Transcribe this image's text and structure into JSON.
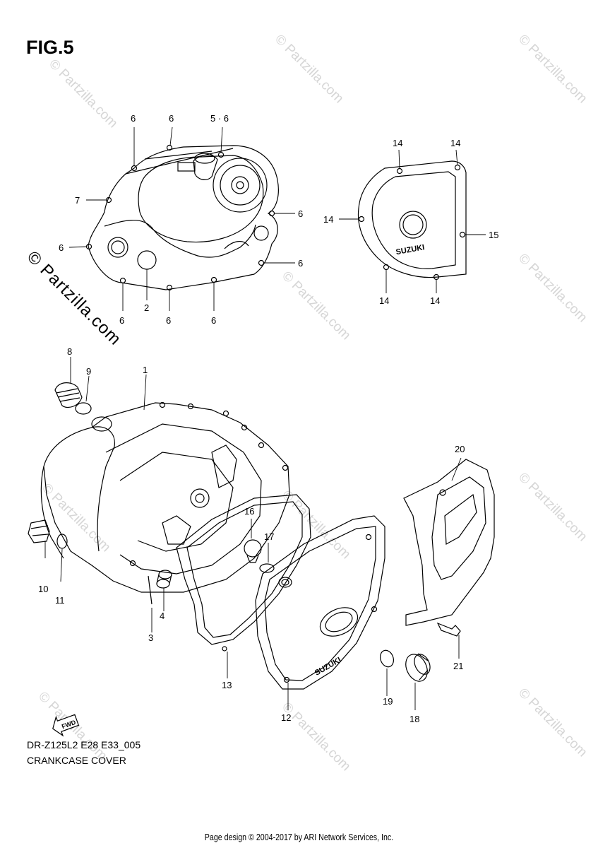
{
  "figure_label": "FIG.5",
  "model_code": "DR-Z125L2 E28 E33_005",
  "caption": "CRANKCASE COVER",
  "footer": "Page design © 2004-2017 by ARI Network Services, Inc.",
  "watermark_main": "© Partzilla.com",
  "watermark_small": "© Partzilla.com",
  "fwd_label": "FWD",
  "brand_mark": "SUZUKI",
  "callouts": {
    "c1": "1",
    "c2": "2",
    "c3": "3",
    "c4": "4",
    "c5_6": "5 · 6",
    "c6": "6",
    "c7": "7",
    "c8": "8",
    "c9": "9",
    "c10": "10",
    "c11": "11",
    "c12": "12",
    "c13": "13",
    "c14": "14",
    "c15": "15",
    "c16": "16",
    "c17": "17",
    "c18": "18",
    "c19": "19",
    "c20": "20",
    "c21": "21"
  }
}
